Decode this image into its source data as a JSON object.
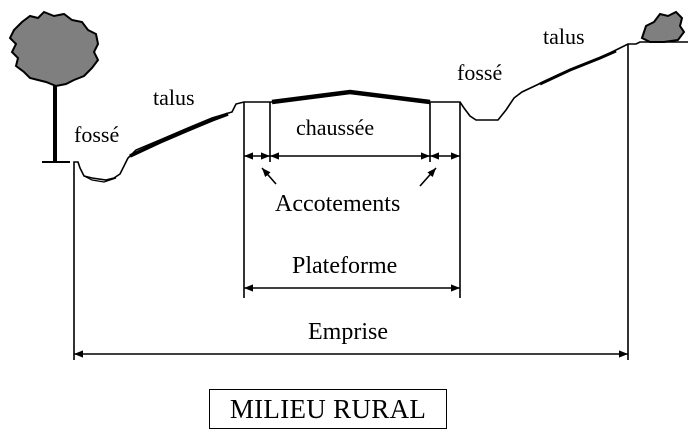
{
  "labels": {
    "fosse_left": "fossé",
    "talus_left": "talus",
    "chaussee": "chaussée",
    "fosse_right": "fossé",
    "talus_right": "talus",
    "accotements": "Accotements",
    "plateforme": "Plateforme",
    "emprise": "Emprise"
  },
  "title": "MILIEU RURAL",
  "colors": {
    "line": "#000000",
    "tree_fill": "#7f7f7f",
    "background": "#ffffff"
  }
}
